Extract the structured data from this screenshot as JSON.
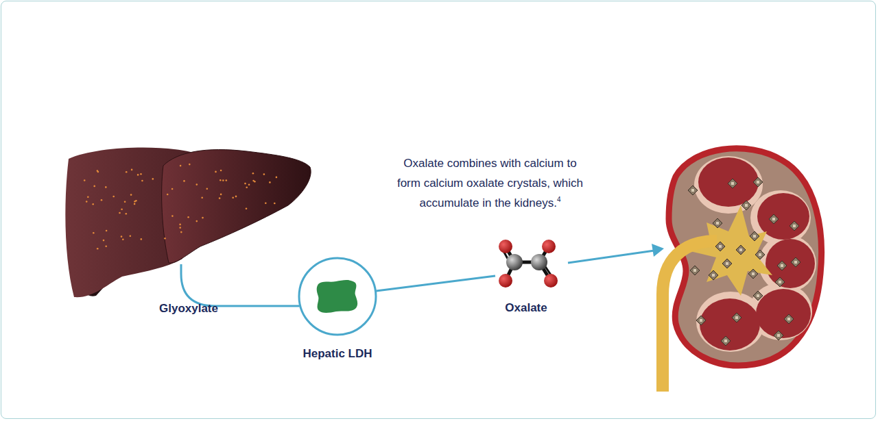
{
  "diagram": {
    "nodes": [
      {
        "text": [
          "Glyoxylate"
        ]
      },
      {
        "text": [
          "Hepatic LDH"
        ]
      },
      {
        "text": [
          "Oxalate"
        ]
      }
    ],
    "edges": [
      {
        "from": 0,
        "to": 1,
        "arrow": "none"
      },
      {
        "from": 1,
        "to": 2,
        "arrow": "none"
      }
    ],
    "labels": [
      "Oxalate combines with calcium to form calcium oxalate crystals, which accumulate in the kidneys.",
      "4"
    ]
  }
}
